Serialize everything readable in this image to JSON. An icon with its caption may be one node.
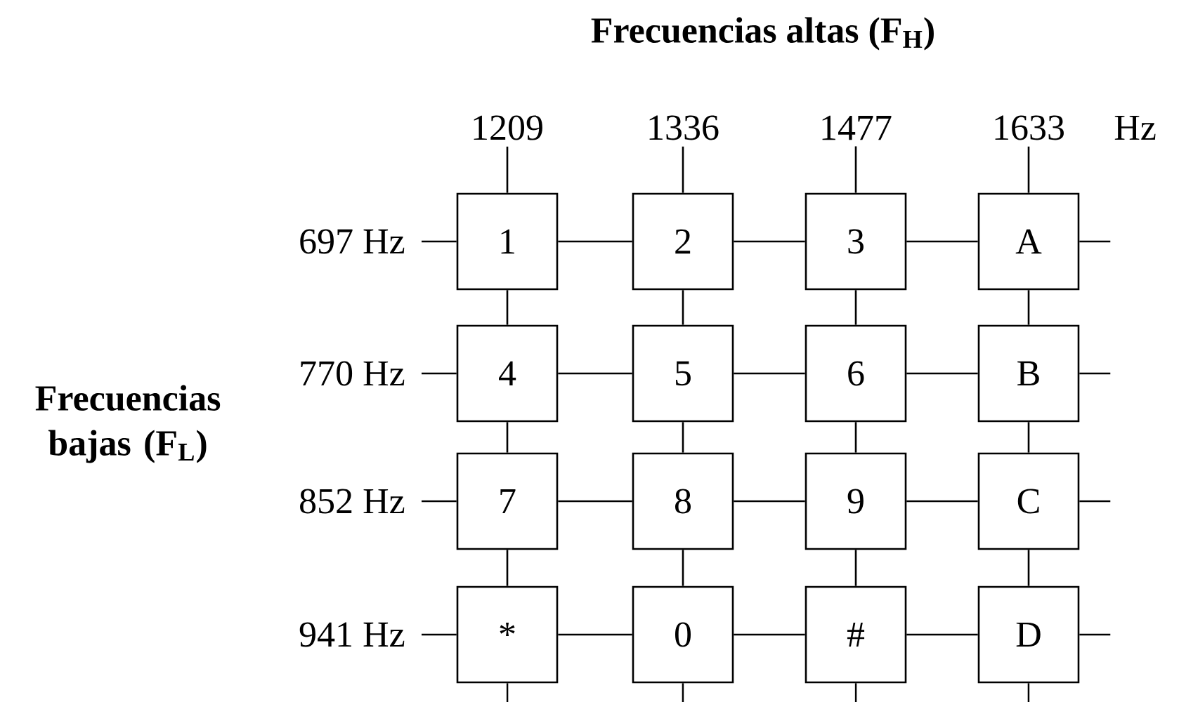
{
  "diagram": {
    "title": "Frecuencias altas (F$_{H}$)",
    "nodes": [
      {
        "text": [
          "1209"
        ]
      },
      {
        "text": [
          "1336"
        ]
      },
      {
        "text": [
          "1477"
        ]
      },
      {
        "text": [
          "1633"
        ]
      },
      {
        "text": [
          "697 Hz"
        ]
      },
      {
        "text": [
          "1"
        ]
      },
      {
        "text": [
          "2"
        ]
      },
      {
        "text": [
          "3"
        ]
      },
      {
        "text": [
          "A"
        ]
      },
      {
        "text": [
          "770 Hz"
        ]
      },
      {
        "text": [
          "4"
        ]
      },
      {
        "text": [
          "5"
        ]
      },
      {
        "text": [
          "6"
        ]
      },
      {
        "text": [
          "B"
        ]
      },
      {
        "text": [
          "852 Hz"
        ]
      },
      {
        "text": [
          "7"
        ]
      },
      {
        "text": [
          "8"
        ]
      },
      {
        "text": [
          "9"
        ]
      },
      {
        "text": [
          "C"
        ]
      },
      {
        "text": [
          "941 Hz"
        ]
      },
      {
        "text": [
          "*"
        ]
      },
      {
        "text": [
          "0"
        ]
      },
      {
        "text": [
          "#"
        ]
      },
      {
        "text": [
          "D"
        ]
      }
    ],
    "edges": [
      {
        "from": 0,
        "to": 5,
        "arrow": "none"
      },
      {
        "from": 1,
        "to": 6,
        "arrow": "none"
      },
      {
        "from": 2,
        "to": 7,
        "arrow": "none"
      },
      {
        "from": 3,
        "to": 8,
        "arrow": "none"
      },
      {
        "from": 4,
        "to": 5,
        "arrow": "none"
      },
      {
        "from": 5,
        "to": 6,
        "arrow": "none"
      },
      {
        "from": 6,
        "to": 7,
        "arrow": "none"
      },
      {
        "from": 7,
        "to": 8,
        "arrow": "none"
      },
      {
        "from": 8,
        "to": null,
        "arrow": "none"
      },
      {
        "from": 5,
        "to": 10,
        "arrow": "none"
      },
      {
        "from": 6,
        "to": 11,
        "arrow": "none"
      },
      {
        "from": 7,
        "to": 12,
        "arrow": "none"
      },
      {
        "from": 8,
        "to": 13,
        "arrow": "none"
      },
      {
        "from": 9,
        "to": 10,
        "arrow": "none"
      },
      {
        "from": 10,
        "to": 11,
        "arrow": "none"
      },
      {
        "from": 11,
        "to": 12,
        "arrow": "none"
      },
      {
        "from": 12,
        "to": 13,
        "arrow": "none"
      },
      {
        "from": 13,
        "to": null,
        "arrow": "none"
      },
      {
        "from": 10,
        "to": 15,
        "arrow": "none"
      },
      {
        "from": 11,
        "to": 16,
        "arrow": "none"
      },
      {
        "from": 12,
        "to": 17,
        "arrow": "none"
      },
      {
        "from": 13,
        "to": 18,
        "arrow": "none"
      },
      {
        "from": 14,
        "to": 15,
        "arrow": "none"
      },
      {
        "from": 15,
        "to": 16,
        "arrow": "none"
      },
      {
        "from": 16,
        "to": 17,
        "arrow": "none"
      },
      {
        "from": 17,
        "to": 18,
        "arrow": "none"
      },
      {
        "from": 18,
        "to": null,
        "arrow": "none"
      },
      {
        "from": 15,
        "to": 20,
        "arrow": "none"
      },
      {
        "from": 16,
        "to": 21,
        "arrow": "none"
      },
      {
        "from": 17,
        "to": 22,
        "arrow": "none"
      },
      {
        "from": 18,
        "to": 23,
        "arrow": "none"
      },
      {
        "from": 19,
        "to": 20,
        "arrow": "none"
      },
      {
        "from": 20,
        "to": 21,
        "arrow": "none"
      },
      {
        "from": 21,
        "to": 22,
        "arrow": "none"
      },
      {
        "from": 22,
        "to": 23,
        "arrow": "none"
      },
      {
        "from": 23,
        "to": null,
        "arrow": "none"
      },
      {
        "from": 20,
        "to": null,
        "arrow": "none"
      },
      {
        "from": 21,
        "to": null,
        "arrow": "none"
      },
      {
        "from": 22,
        "to": null,
        "arrow": "none"
      },
      {
        "from": 23,
        "to": null,
        "arrow": "none"
      }
    ],
    "labels": [
      "Hz",
      "Frecuencias bajas (F$_{L}$)"
    ]
  }
}
